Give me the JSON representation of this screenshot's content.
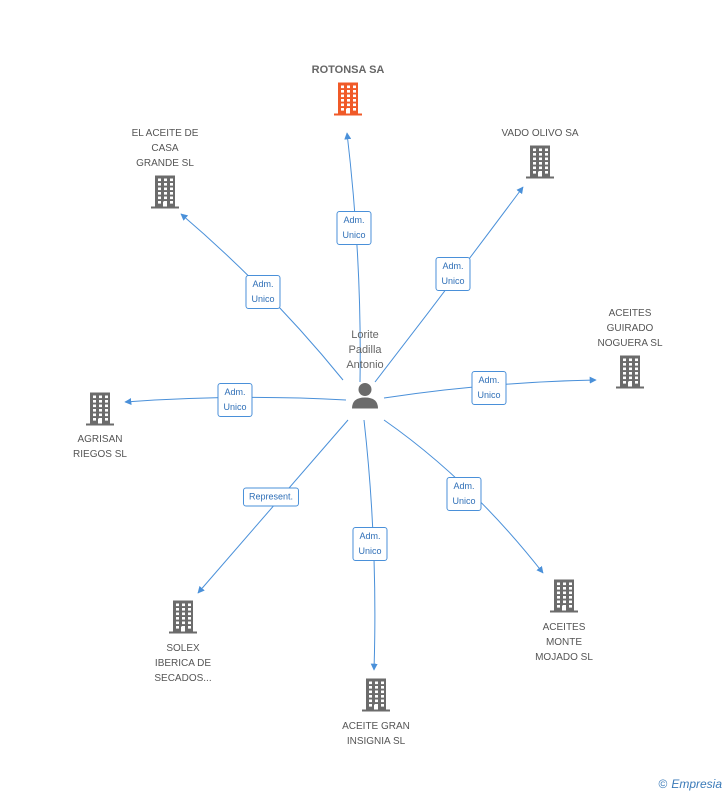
{
  "center": {
    "name_lines": [
      "Lorite",
      "Padilla",
      "Antonio"
    ],
    "icon": "person-icon"
  },
  "companies": [
    {
      "id": "rotonsa",
      "lines": [
        "ROTONSA SA"
      ],
      "main": true,
      "icon": "building-icon"
    },
    {
      "id": "el-aceite",
      "lines": [
        "EL ACEITE DE",
        "CASA",
        "GRANDE  SL"
      ],
      "icon": "building-icon"
    },
    {
      "id": "vado-olivo",
      "lines": [
        "VADO OLIVO SA"
      ],
      "icon": "building-icon"
    },
    {
      "id": "aceites-guirado",
      "lines": [
        "ACEITES",
        "GUIRADO",
        "NOGUERA SL"
      ],
      "icon": "building-icon"
    },
    {
      "id": "agrisan",
      "lines": [
        "AGRISAN",
        "RIEGOS SL"
      ],
      "icon": "building-icon"
    },
    {
      "id": "solex",
      "lines": [
        "SOLEX",
        "IBERICA DE",
        "SECADOS..."
      ],
      "icon": "building-icon"
    },
    {
      "id": "aceite-gran",
      "lines": [
        "ACEITE GRAN",
        "INSIGNIA SL"
      ],
      "icon": "building-icon"
    },
    {
      "id": "aceites-monte",
      "lines": [
        "ACEITES",
        "MONTE",
        "MOJADO SL"
      ],
      "icon": "building-icon"
    }
  ],
  "relations": [
    {
      "to": "rotonsa",
      "lines": [
        "Adm.",
        "Unico"
      ]
    },
    {
      "to": "el-aceite",
      "lines": [
        "Adm.",
        "Unico"
      ]
    },
    {
      "to": "vado-olivo",
      "lines": [
        "Adm.",
        "Unico"
      ]
    },
    {
      "to": "aceites-guirado",
      "lines": [
        "Adm.",
        "Unico"
      ]
    },
    {
      "to": "agrisan",
      "lines": [
        "Adm.",
        "Unico"
      ]
    },
    {
      "to": "solex",
      "lines": [
        "Represent."
      ]
    },
    {
      "to": "aceite-gran",
      "lines": [
        "Adm.",
        "Unico"
      ]
    },
    {
      "to": "aceites-monte",
      "lines": [
        "Adm.",
        "Unico"
      ]
    }
  ],
  "colors": {
    "edge": "#4a90d9",
    "main_company": "#f05a28",
    "company": "#6b6b6b",
    "person": "#6b6b6b"
  },
  "footer": {
    "copyright": "©",
    "brand": "Empresia"
  }
}
